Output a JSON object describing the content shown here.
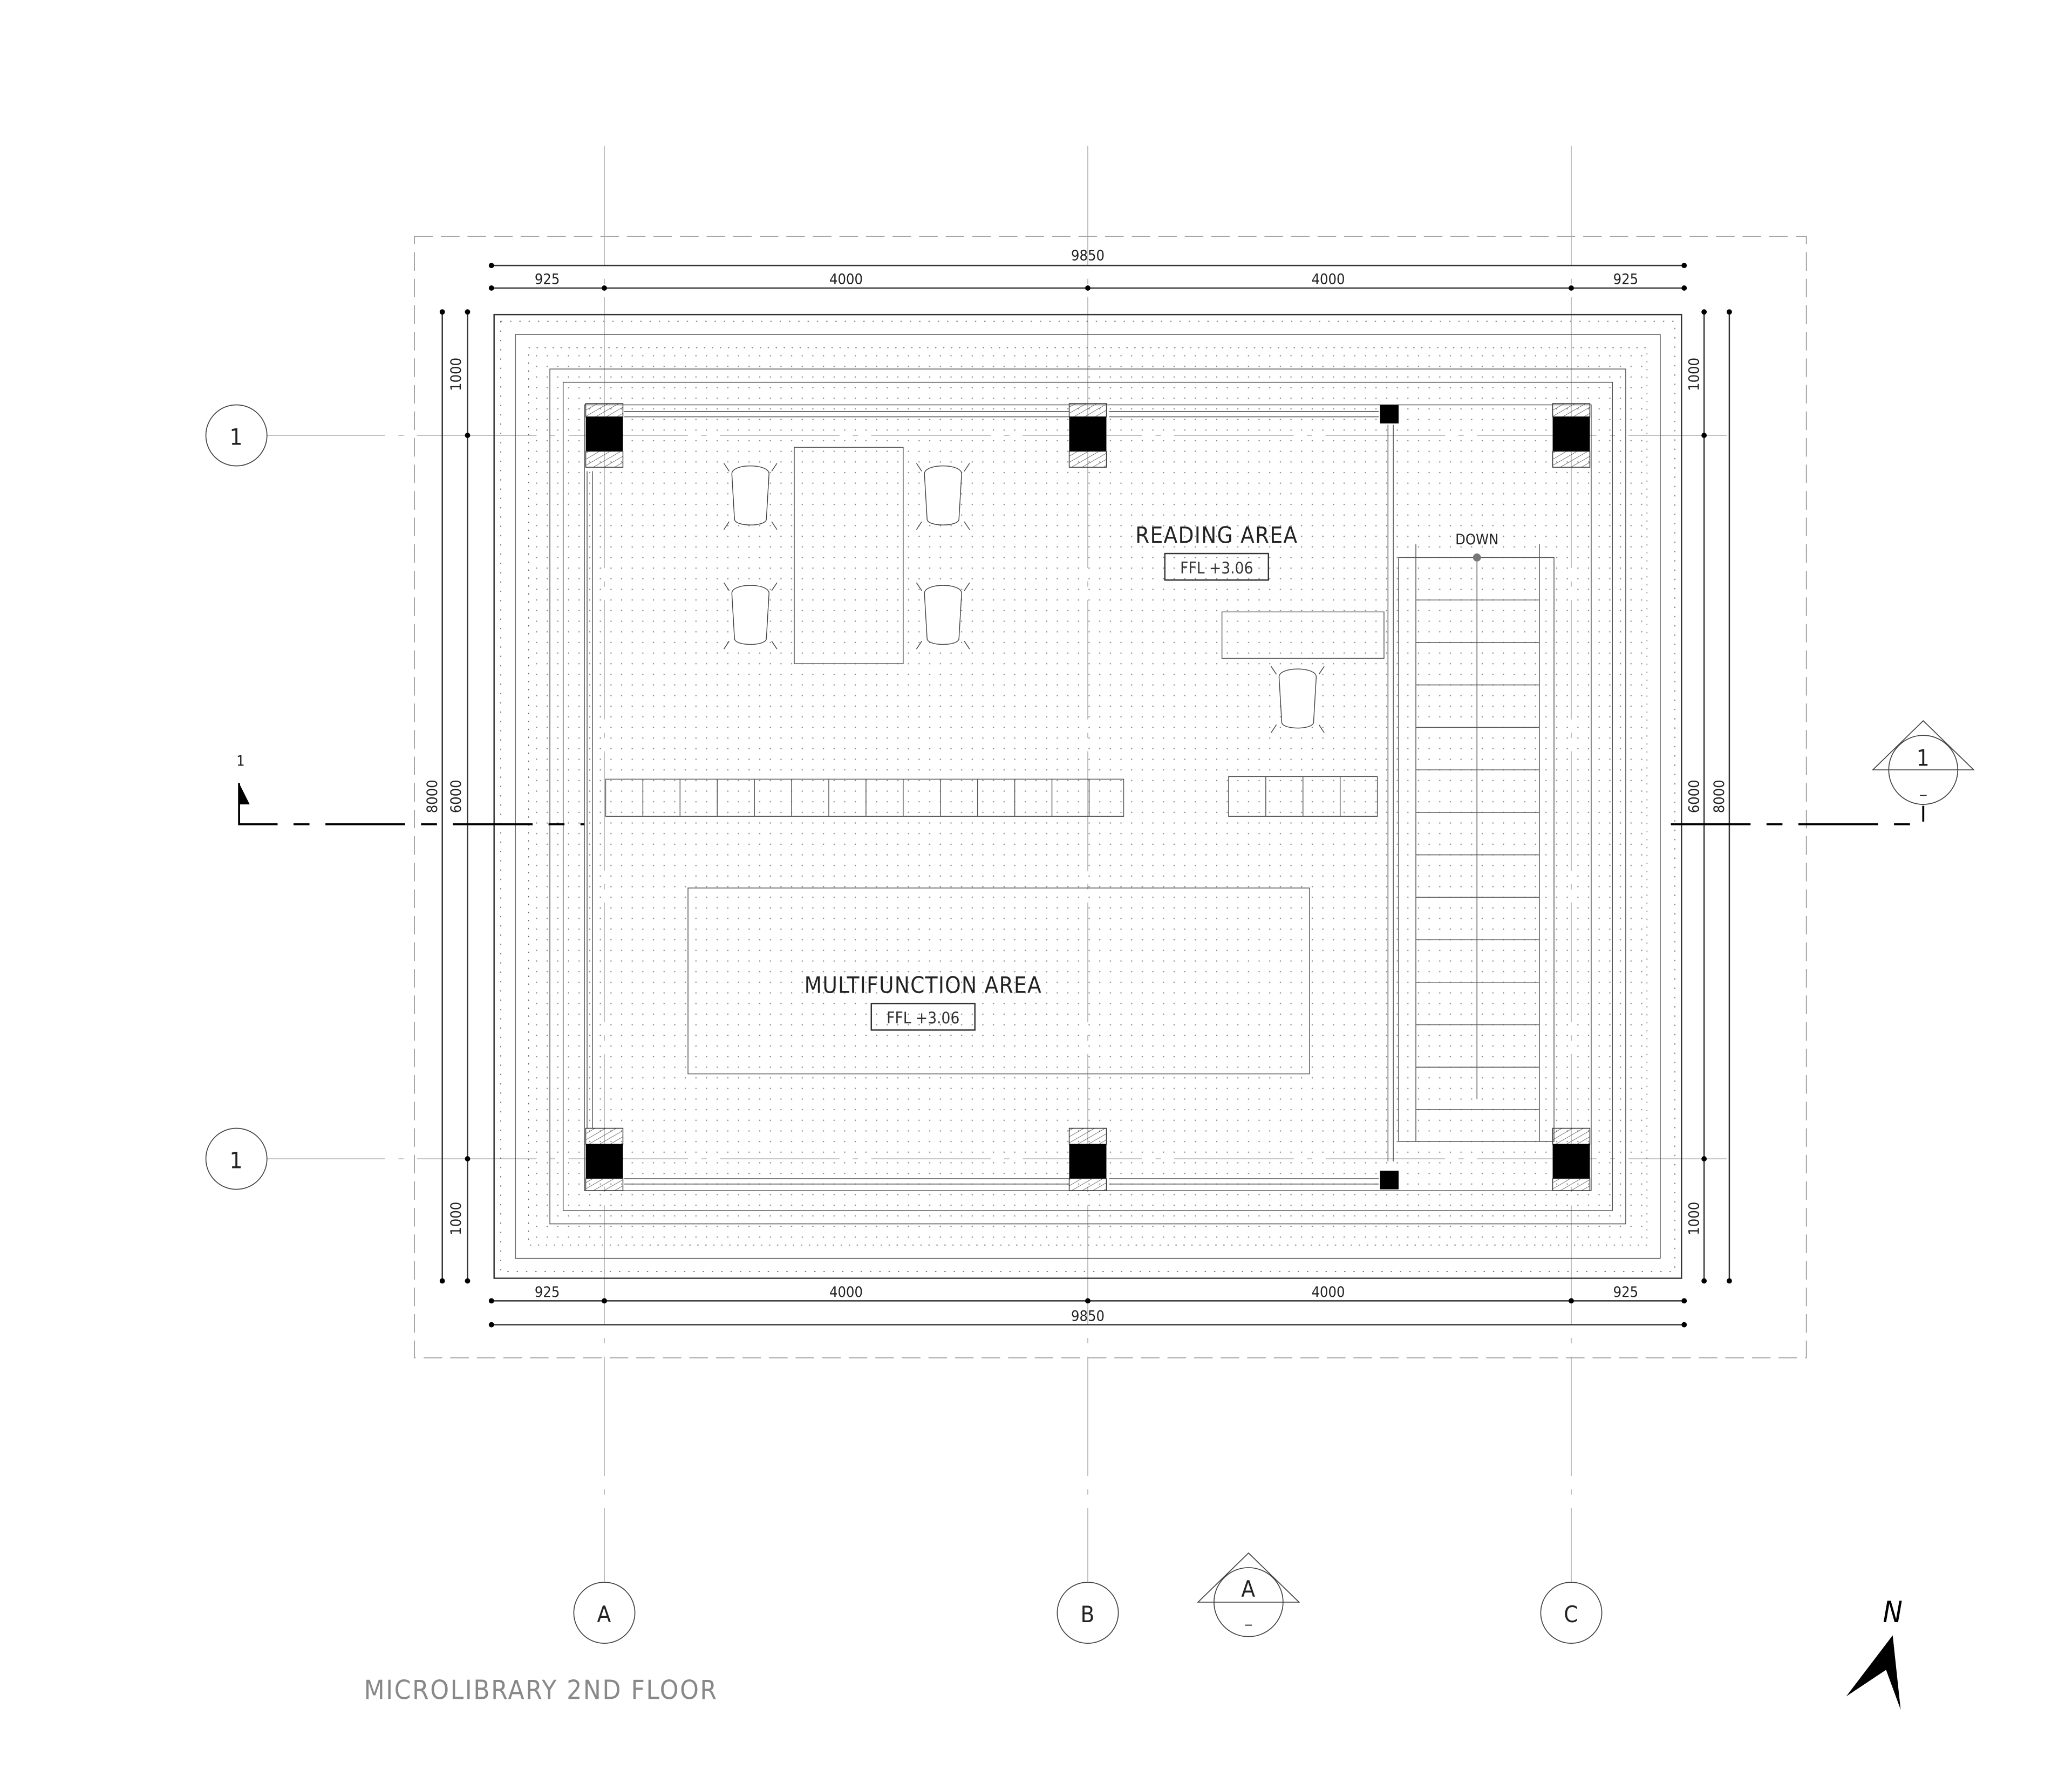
{
  "drawing": {
    "title": "MICROLIBRARY 2ND FLOOR",
    "north_label": "N"
  },
  "dimensions": {
    "top_total": "9850",
    "top_segments": [
      "925",
      "4000",
      "4000",
      "925"
    ],
    "bottom_total": "9850",
    "bottom_segments": [
      "925",
      "4000",
      "4000",
      "925"
    ],
    "left_segments": [
      "1000",
      "6000",
      "1000"
    ],
    "left_total": "8000",
    "right_segments": [
      "1000",
      "6000",
      "1000"
    ],
    "right_total": "8000"
  },
  "grid": {
    "columns": [
      "A",
      "B",
      "C"
    ],
    "rows": [
      "1",
      "1"
    ]
  },
  "rooms": [
    {
      "name": "READING AREA",
      "level": "FFL +3.06"
    },
    {
      "name": "MULTIFUNCTION AREA",
      "level": "FFL +3.06"
    }
  ],
  "stair": {
    "label": "DOWN"
  },
  "section_markers": {
    "section_left_label": "1",
    "section_right_label": "1",
    "section_right_sub": "_",
    "elevation_bottom_label": "A",
    "elevation_bottom_sub": "_"
  },
  "colors": {
    "line": "#333333",
    "dim_line": "#555555",
    "title": "#888888",
    "solid": "#000000"
  }
}
